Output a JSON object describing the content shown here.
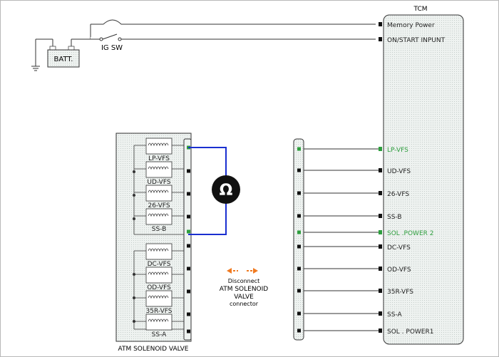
{
  "tcm": {
    "title": "TCM",
    "pins": [
      "Memory Power",
      "ON/START  INPUNT",
      "LP-VFS",
      "UD-VFS",
      "26-VFS",
      "SS-B",
      "SOL .POWER 2",
      "DC-VFS",
      "OD-VFS",
      "35R-VFS",
      "SS-A",
      "SOL . POWER1"
    ]
  },
  "battery": {
    "label": "BATT."
  },
  "ignition": {
    "label": "IG SW"
  },
  "solenoid": {
    "title": "ATM SOLENOID VALVE",
    "coils": [
      "LP-VFS",
      "UD-VFS",
      "26-VFS",
      "SS-B",
      "DC-VFS",
      "OD-VFS",
      "35R-VFS",
      "SS-A"
    ]
  },
  "meter": {
    "symbol": "Ω"
  },
  "instruction": {
    "lines": [
      "Disconnect",
      "ATM SOLENOID",
      "VALVE",
      "connector"
    ]
  },
  "colors": {
    "highlight": "#2e9e3e",
    "probe": "#1a2fd0",
    "arrow": "#f07a20",
    "panel": "#e9eeec"
  }
}
